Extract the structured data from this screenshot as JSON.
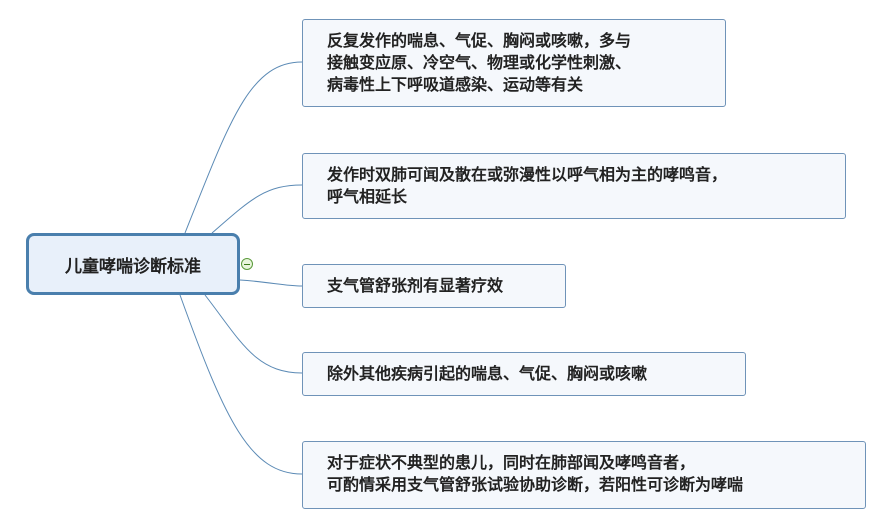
{
  "root": {
    "label": "儿童哮喘诊断标准"
  },
  "branches": [
    {
      "lines": [
        "反复发作的喘息、气促、胸闷或咳嗽，多与",
        "接触变应原、冷空气、物理或化学性刺激、",
        "病毒性上下呼吸道感染、运动等有关"
      ]
    },
    {
      "lines": [
        "发作时双肺可闻及散在或弥漫性以呼气相为主的哮鸣音，",
        "呼气相延长"
      ]
    },
    {
      "lines": [
        "支气管舒张剂有显著疗效"
      ]
    },
    {
      "lines": [
        "除外其他疾病引起的喘息、气促、胸闷或咳嗽"
      ]
    },
    {
      "lines": [
        "对于症状不典型的患儿，同时在肺部闻及哮鸣音者，",
        "可酌情采用支气管舒张试验协助诊断，若阳性可诊断为哮喘"
      ]
    }
  ],
  "colors": {
    "line": "#5b8ab5",
    "border": "#6f93b8",
    "root_border": "#4a7fad"
  }
}
